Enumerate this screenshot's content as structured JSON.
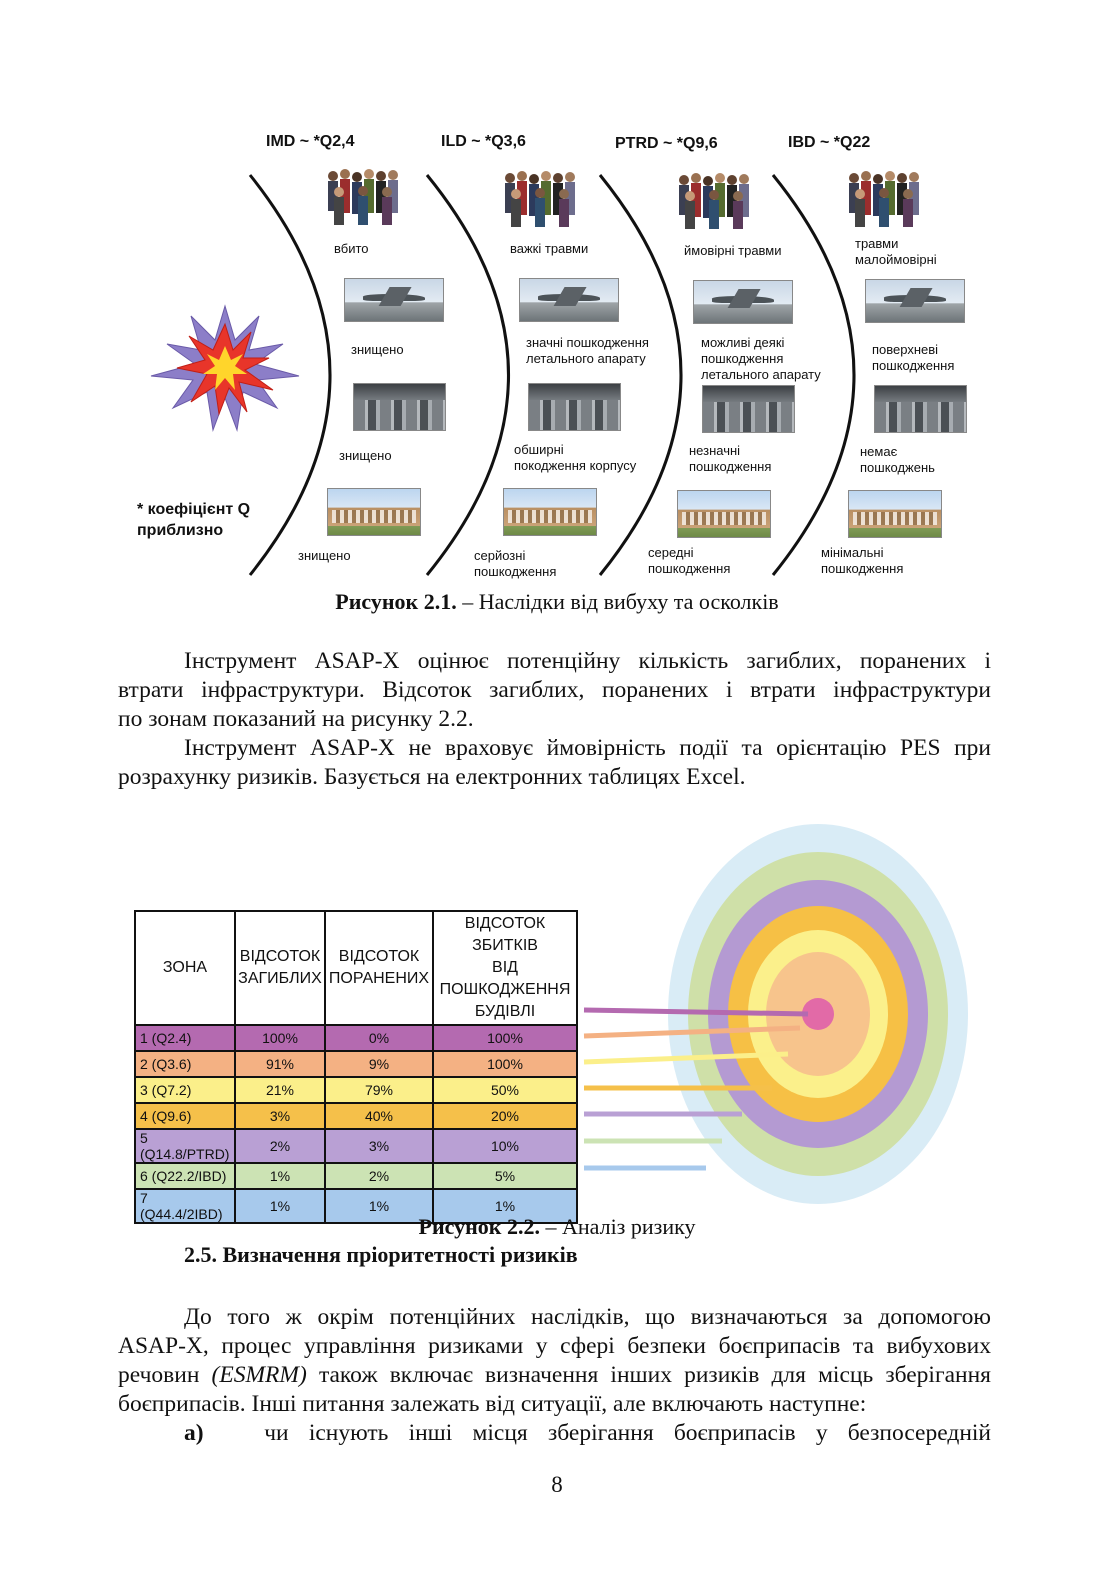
{
  "figure1": {
    "zones": [
      {
        "title": "IMD ~ *Q2,4",
        "people": "вбито",
        "aircraft": "знищено",
        "vehicles": "знищено",
        "building": "знищено"
      },
      {
        "title": "ILD ~ *Q3,6",
        "people": "важкі травми",
        "aircraft": "значні пошкодження\nлетального апарату",
        "vehicles": "обширні\nпокодження корпусу",
        "building": "серйозні\nпошкодження"
      },
      {
        "title": "PTRD ~ *Q9,6",
        "people": "ймовірні травми",
        "aircraft": "можливі деякі\nпошкодження\nлетального апарату",
        "vehicles": "незначні\nпошкодження",
        "building": "середні\nпошкодження"
      },
      {
        "title": "IBD ~ *Q22",
        "people": "травми\nмалоймовірні",
        "aircraft": "поверхневі\nпошкодження",
        "vehicles": "немає\nпошкоджень",
        "building": "мінімальні\nпошкодження"
      }
    ],
    "note": "* коефіцієнт Q\nприблизно",
    "caption_bold": "Рисунок 2.1.",
    "caption_text": " – Наслідки від вибуху та осколків"
  },
  "paragraphs": {
    "p1": [
      "Інструмент ASAP-X оцінює потенційну кількість загиблих, поранених і",
      "втрати інфраструктури. Відсоток загиблих, поранених і втрати інфраструктури",
      "по зонам показаний на рисунку 2.2."
    ],
    "p2": [
      "Інструмент ASAP-X не враховує ймовірність події та орієнтацію PES при",
      "розрахунку ризиків. Базується на електронних таблицях Excel."
    ]
  },
  "figure2": {
    "headers": [
      "ЗОНА",
      "ВІДСОТОК ЗАГИБЛИХ",
      "ВІДСОТОК ПОРАНЕНИХ",
      "ВІДСОТОК ЗБИТКІВ ВІД ПОШКОДЖЕННЯ БУДІВЛІ"
    ],
    "rows": [
      {
        "zone": "1 (Q2.4)",
        "killed": "100%",
        "injured": "0%",
        "damage": "100%",
        "color": "#b46ab0"
      },
      {
        "zone": "2 (Q3.6)",
        "killed": "91%",
        "injured": "9%",
        "damage": "100%",
        "color": "#f4b183"
      },
      {
        "zone": "3 (Q7.2)",
        "killed": "21%",
        "injured": "79%",
        "damage": "50%",
        "color": "#fbef8a"
      },
      {
        "zone": "4 (Q9.6)",
        "killed": "3%",
        "injured": "40%",
        "damage": "20%",
        "color": "#f5c04a"
      },
      {
        "zone": "5 (Q14.8/PTRD)",
        "killed": "2%",
        "injured": "3%",
        "damage": "10%",
        "color": "#b9a0d4"
      },
      {
        "zone": "6 (Q22.2/IBD)",
        "killed": "1%",
        "injured": "2%",
        "damage": "5%",
        "color": "#cce3b4"
      },
      {
        "zone": "7 (Q44.4/2IBD)",
        "killed": "1%",
        "injured": "1%",
        "damage": "1%",
        "color": "#a7c9ec"
      }
    ],
    "target_colors": [
      "#d9ecf6",
      "#cfe0a8",
      "#b49ad2",
      "#f6c045",
      "#fbf08b",
      "#f7c48c",
      "#e26aa7"
    ],
    "caption_bold": "Рисунок 2.2.",
    "caption_text": " – Аналіз ризику"
  },
  "section": {
    "heading": "2.5. Визначення пріоритетності ризиків"
  },
  "p3": {
    "lines": [
      [
        "До того ж окрім потенційних наслідків, що визначаються за допомогою"
      ],
      [
        "ASAP-X, процес управління ризиками у сфері безпеки боєприпасів та вибухових"
      ],
      [
        "речовин ",
        "(ESMRM)",
        " також включає визначення інших ризиків для місць зберігання"
      ],
      [
        "боєприпасів. Інші питання залежать від ситуації, але включають наступне:"
      ]
    ],
    "item_label": "а)",
    "item_text": "чи існують інші місця зберігання боєприпасів у безпосередній"
  },
  "page_number": "8"
}
